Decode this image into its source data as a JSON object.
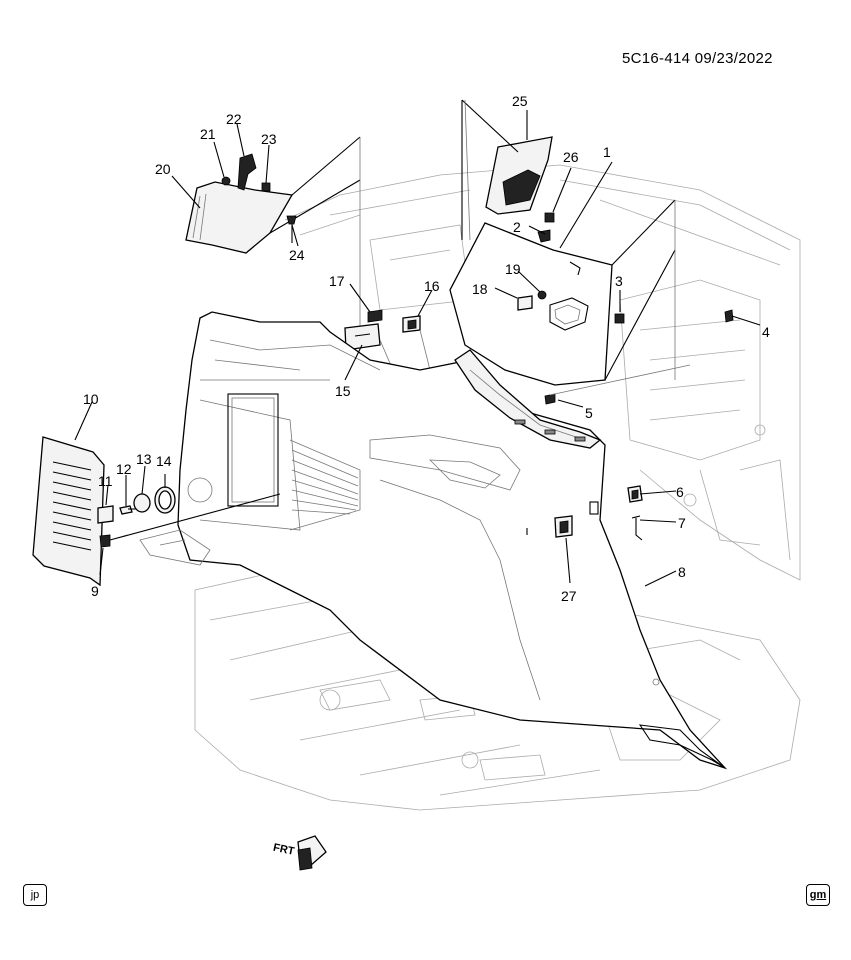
{
  "header": {
    "reference": "5C16-414  09/23/2022"
  },
  "badges": {
    "left": "jp",
    "right": "gm"
  },
  "front_marker": {
    "label": "FRT"
  },
  "callouts": [
    {
      "id": "c1",
      "label": "1"
    },
    {
      "id": "c2",
      "label": "2"
    },
    {
      "id": "c3",
      "label": "3"
    },
    {
      "id": "c4",
      "label": "4"
    },
    {
      "id": "c5",
      "label": "5"
    },
    {
      "id": "c6",
      "label": "6"
    },
    {
      "id": "c7",
      "label": "7"
    },
    {
      "id": "c8",
      "label": "8"
    },
    {
      "id": "c9",
      "label": "9"
    },
    {
      "id": "c10",
      "label": "10"
    },
    {
      "id": "c11",
      "label": "11"
    },
    {
      "id": "c12",
      "label": "12"
    },
    {
      "id": "c13",
      "label": "13"
    },
    {
      "id": "c14",
      "label": "14"
    },
    {
      "id": "c15",
      "label": "15"
    },
    {
      "id": "c16",
      "label": "16"
    },
    {
      "id": "c17",
      "label": "17"
    },
    {
      "id": "c18",
      "label": "18"
    },
    {
      "id": "c19",
      "label": "19"
    },
    {
      "id": "c20",
      "label": "20"
    },
    {
      "id": "c21",
      "label": "21"
    },
    {
      "id": "c22",
      "label": "22"
    },
    {
      "id": "c23",
      "label": "23"
    },
    {
      "id": "c24",
      "label": "24"
    },
    {
      "id": "c25",
      "label": "25"
    },
    {
      "id": "c26",
      "label": "26"
    },
    {
      "id": "c27",
      "label": "27"
    }
  ]
}
